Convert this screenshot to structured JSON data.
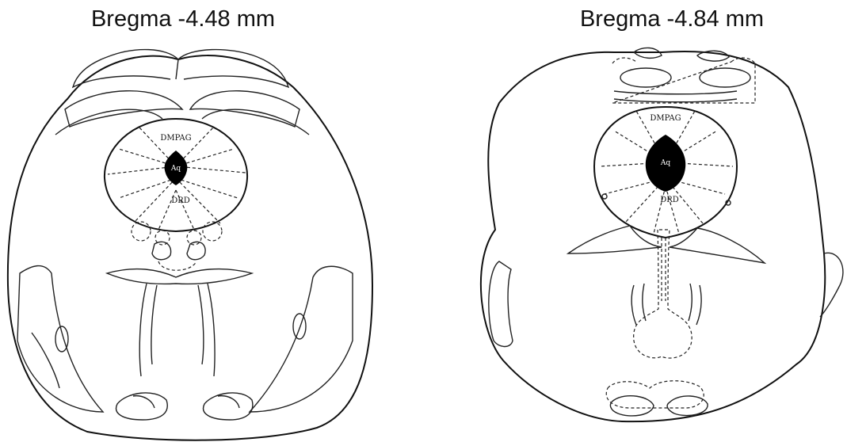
{
  "panels": [
    {
      "title": "Bregma -4.48 mm",
      "labels": {
        "dorsal": "DMPAG",
        "aqueduct": "Aq",
        "ventral": "DRD"
      }
    },
    {
      "title": "Bregma -4.84 mm",
      "labels": {
        "dorsal": "DMPAG",
        "aqueduct": "Aq",
        "ventral": "DRD"
      }
    }
  ],
  "colors": {
    "line": "#111111",
    "aqueduct_fill": "#000000",
    "background": "#ffffff"
  }
}
